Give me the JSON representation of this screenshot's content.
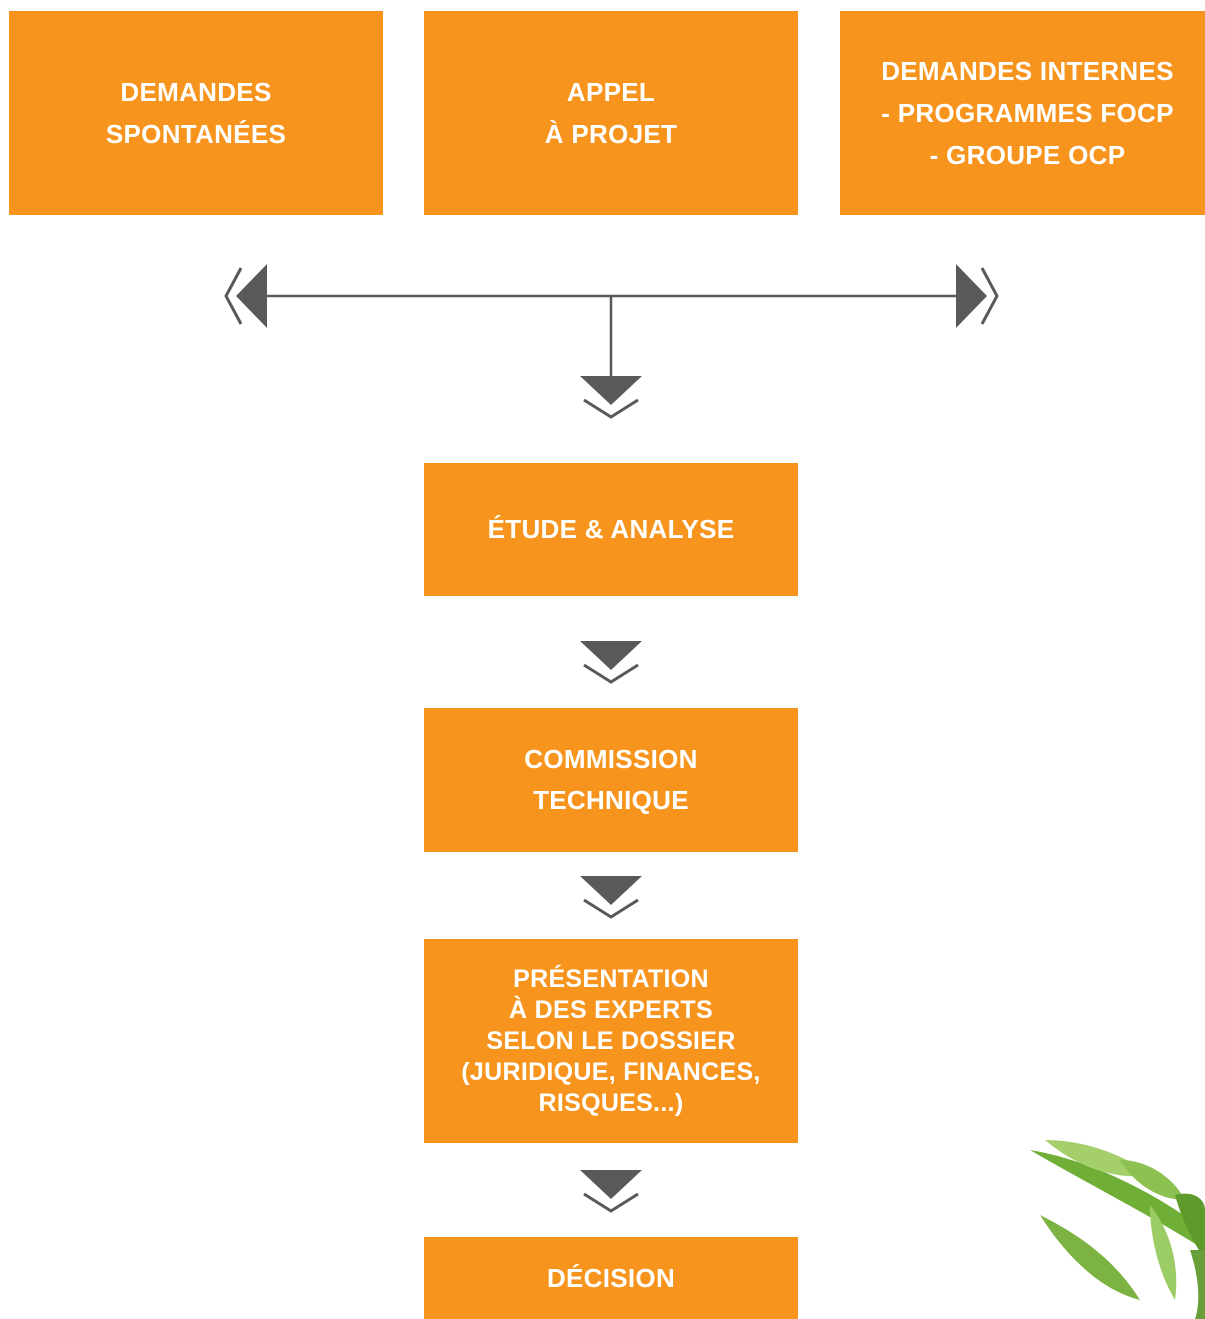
{
  "boxes": {
    "spontaneous": {
      "lines": [
        "DEMANDES",
        "SPONTANÉES"
      ]
    },
    "call": {
      "lines": [
        "APPEL",
        "À PROJET"
      ]
    },
    "internal": {
      "lines": [
        "DEMANDES INTERNES",
        "- PROGRAMMES FOCP",
        "- GROUPE OCP"
      ]
    },
    "study": {
      "lines": [
        "ÉTUDE & ANALYSE"
      ]
    },
    "commission": {
      "lines": [
        "COMMISSION",
        "TECHNIQUE"
      ]
    },
    "experts": {
      "lines": [
        "PRÉSENTATION",
        "À DES EXPERTS",
        "SELON LE DOSSIER",
        "(JURIDIQUE, FINANCES,",
        "RISQUES...)"
      ]
    },
    "decision": {
      "lines": [
        "DÉCISION"
      ]
    }
  },
  "colors": {
    "box": "#f7941d",
    "text": "#ffffff",
    "arrow": "#58595b",
    "leaf_dark": "#5e9a2c",
    "leaf_light": "#a5cf6a"
  }
}
